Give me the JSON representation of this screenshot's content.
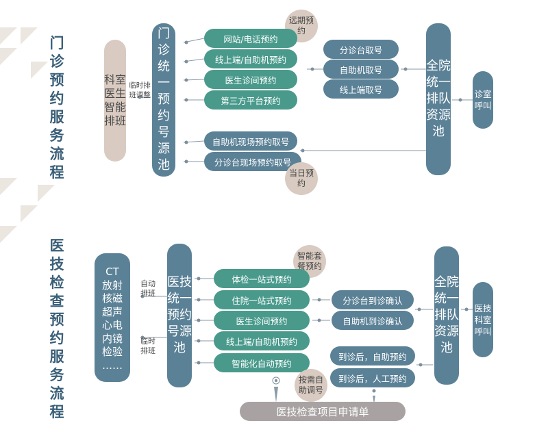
{
  "section1": {
    "title": "门诊预约服务流程",
    "scheduling": "科室医生智能排班",
    "note": "临时排班调整",
    "pool": "门诊统一预约号源池",
    "advance_bubble": "远期预约",
    "advance_items": [
      "网站/电话预约",
      "线上端/自助机预约",
      "医生诊间预约",
      "第三方平台预约"
    ],
    "checkin_items": [
      "分诊台取号",
      "自助机取号",
      "线上端取号"
    ],
    "sameday_items": [
      "自助机现场预约取号",
      "分诊台现场预约取号"
    ],
    "sameday_bubble": "当日预约",
    "queue": "全院统一排队资源池",
    "call": "诊室呼叫"
  },
  "section2": {
    "title": "医技检查预约服务流程",
    "modalities": [
      "CT",
      "放射",
      "核磁",
      "超声",
      "心电",
      "内镜",
      "检验",
      "……"
    ],
    "auto_label": "自动排班",
    "temp_label": "临时排班",
    "pool": "医技统一预约号源池",
    "package_bubble": "智能套餐预约",
    "items": [
      "体检一站式预约",
      "住院一站式预约",
      "医生诊间预约",
      "线上端/自助机预约",
      "智能化自动预约"
    ],
    "confirm_items": [
      "分诊台到诊确认",
      "自助机到诊确认"
    ],
    "arrive_items": [
      "到诊后，自助预约",
      "到诊后，人工预约"
    ],
    "ondemand_bubble": "按需自助调号",
    "queue": "全院统一排队资源池",
    "call": "医技科室呼叫",
    "request_form": "医技检查项目申请单"
  }
}
